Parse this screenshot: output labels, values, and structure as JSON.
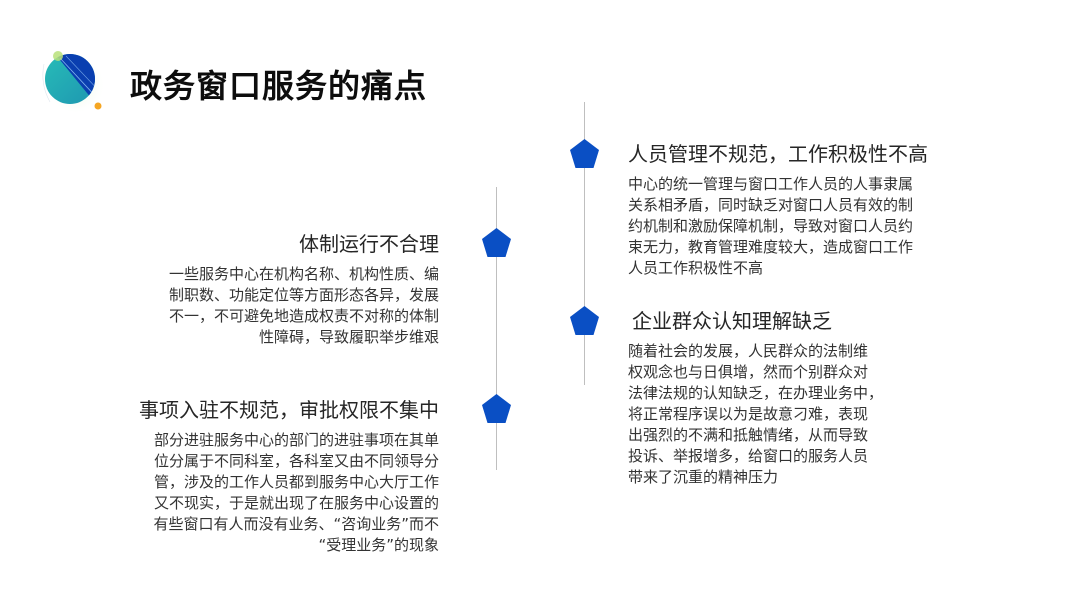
{
  "slide": {
    "title": "政务窗口服务的痛点",
    "accent_color": "#0a4fc4",
    "line_color": "#bfbfbf"
  },
  "timeline": {
    "left": [
      {
        "heading": "体制运行不合理",
        "body_lines": [
          "一些服务中心在机构名称、机构性质、编",
          "制职数、功能定位等方面形态各异，发展",
          "不一，不可避免地造成权责不对称的体制",
          "性障碍，导致履职举步维艰"
        ]
      },
      {
        "heading": "事项入驻不规范，审批权限不集中",
        "body_lines": [
          "部分进驻服务中心的部门的进驻事项在其单",
          "位分属于不同科室，各科室又由不同领导分",
          "管，涉及的工作人员都到服务中心大厅工作",
          "又不现实，于是就出现了在服务中心设置的",
          "有些窗口有人而没有业务、“咨询业务”而不",
          "“受理业务”的现象"
        ]
      }
    ],
    "right": [
      {
        "heading": "人员管理不规范，工作积极性不高",
        "body_lines": [
          "中心的统一管理与窗口工作人员的人事隶属",
          "关系相矛盾，同时缺乏对窗口人员有效的制",
          "约机制和激励保障机制，导致对窗口人员约",
          "束无力，教育管理难度较大，造成窗口工作",
          "人员工作积极性不高"
        ]
      },
      {
        "heading": "企业群众认知理解缺乏",
        "body_lines": [
          "随着社会的发展，人民群众的法制维",
          "权观念也与日俱增，然而个别群众对",
          "法律法规的认知缺乏，在办理业务中，",
          "将正常程序误以为是故意刁难，表现",
          "出强烈的不满和抵触情绪，从而导致",
          "投诉、举报增多，给窗口的服务人员",
          "带来了沉重的精神压力"
        ]
      }
    ]
  }
}
